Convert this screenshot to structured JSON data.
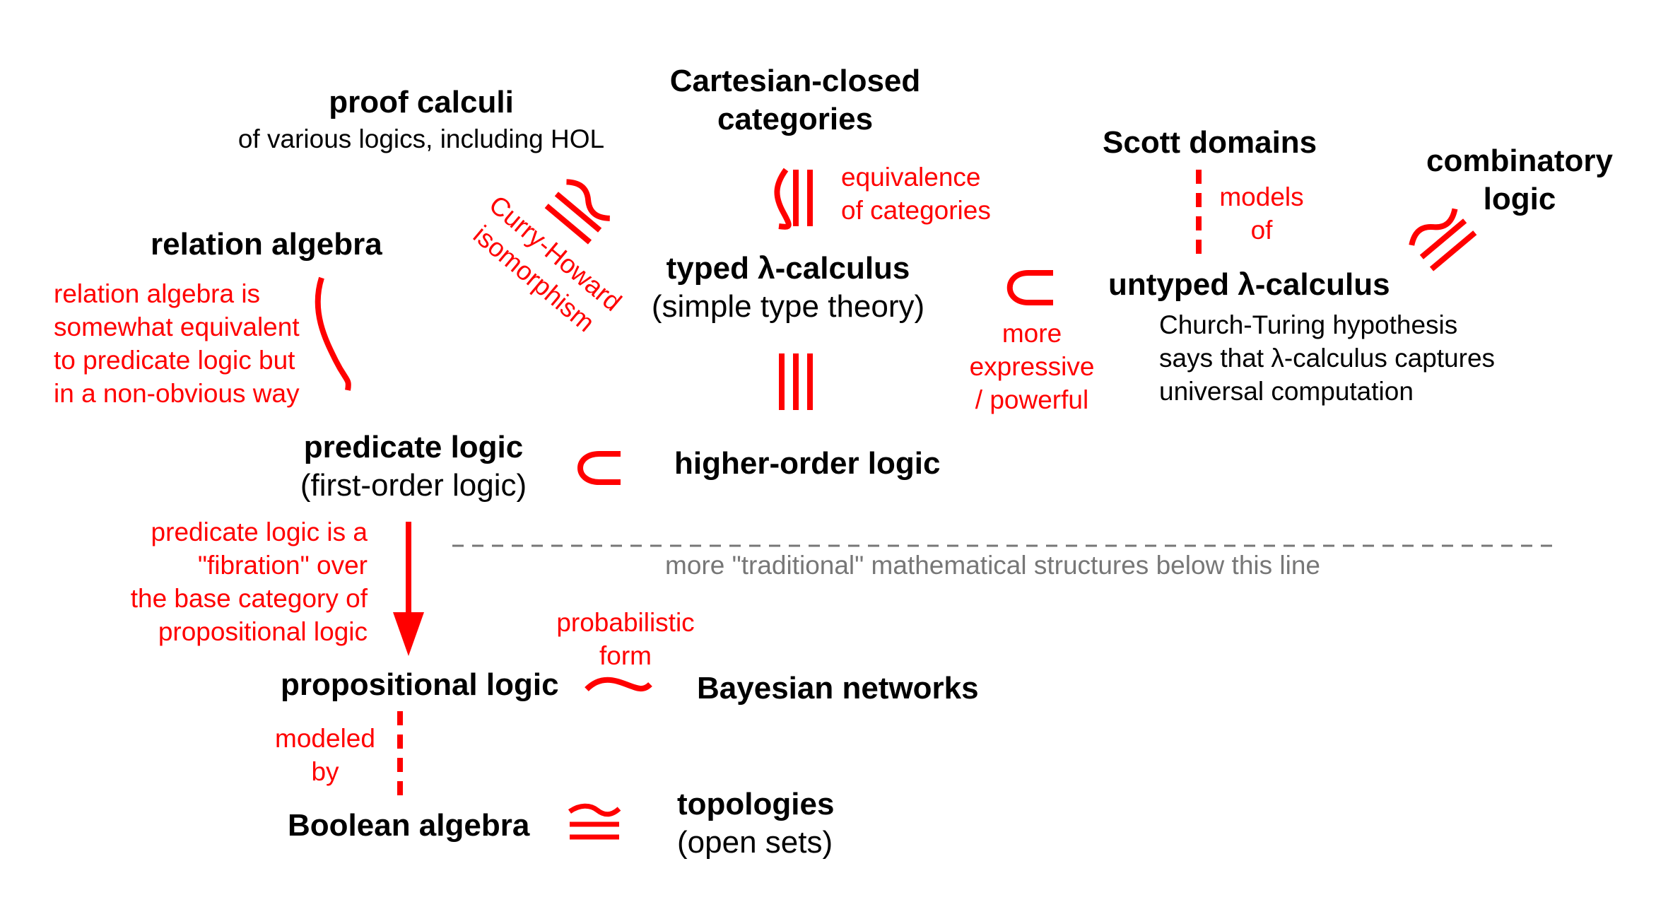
{
  "nodes": {
    "proof_calculi": {
      "title": "proof calculi",
      "subtitle": "of various logics, including HOL"
    },
    "ccc": {
      "title": "Cartesian-closed\ncategories"
    },
    "scott": {
      "title": "Scott domains"
    },
    "combinatory": {
      "title": "combinatory\nlogic"
    },
    "relation_algebra": {
      "title": "relation algebra"
    },
    "typed_lambda": {
      "title": "typed λ-calculus",
      "subtitle": "(simple type theory)"
    },
    "untyped_lambda": {
      "title": "untyped λ-calculus",
      "note": "Church-Turing hypothesis\nsays that λ-calculus captures\nuniversal computation"
    },
    "predicate_logic": {
      "title": "predicate logic",
      "subtitle": "(first-order logic)"
    },
    "hol": {
      "title": "higher-order logic"
    },
    "propositional": {
      "title": "propositional logic"
    },
    "bayesian": {
      "title": "Bayesian networks"
    },
    "boolean": {
      "title": "Boolean algebra"
    },
    "topologies": {
      "title": "topologies",
      "subtitle": "(open sets)"
    }
  },
  "relations": {
    "curry_howard": "Curry-Howard\nisomorphism",
    "equivalence": "equivalence\nof categories",
    "models_of": "models\nof",
    "relation_algebra_note": "relation algebra is\nsomewhat equivalent\nto predicate logic but\nin a non-obvious way",
    "more_expressive": "more\nexpressive\n/ powerful",
    "fibration": "predicate logic is a\n\"fibration\" over\nthe base category of\npropositional logic",
    "probabilistic": "probabilistic\nform",
    "modeled_by": "modeled\nby"
  },
  "divider_caption": "more \"traditional\" mathematical structures below this line",
  "colors": {
    "relation": "#ff0000",
    "text": "#000000",
    "divider": "#777777"
  }
}
